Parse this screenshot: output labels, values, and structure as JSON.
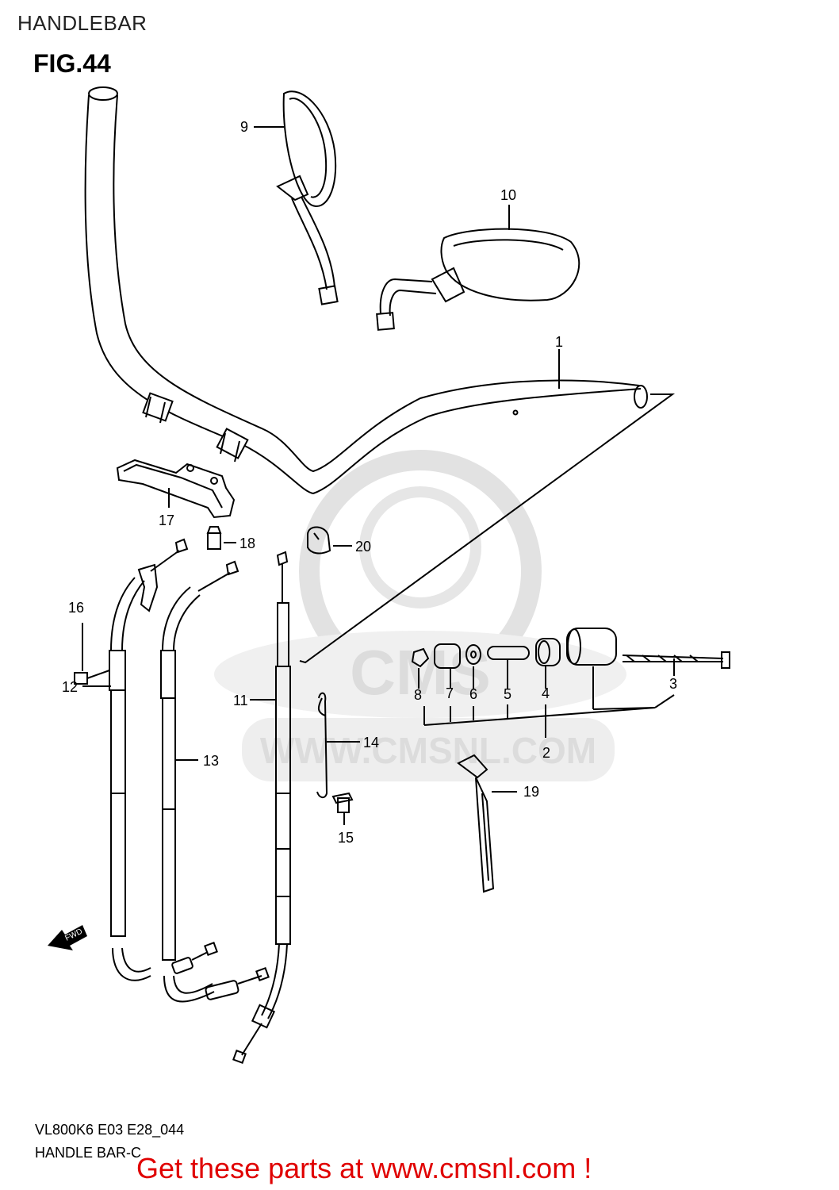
{
  "header": {
    "title": "HANDLEBAR"
  },
  "figure": {
    "number": "FIG.44"
  },
  "watermark": {
    "badge": "CMS",
    "site": "WWW.CMSNL.COM",
    "color": "#dcdcdc"
  },
  "direction_arrow": {
    "label": "FWD",
    "icon": "arrow-left-icon"
  },
  "callouts": [
    "1",
    "2",
    "3",
    "4",
    "5",
    "6",
    "7",
    "8",
    "9",
    "10",
    "11",
    "12",
    "13",
    "14",
    "15",
    "16",
    "17",
    "18",
    "19",
    "20"
  ],
  "footer": {
    "code": "VL800K6 E03 E28_044",
    "section": "HANDLE BAR-C",
    "promo": "Get these parts at www.cmsnl.com !",
    "promo_color": "#e00000"
  }
}
